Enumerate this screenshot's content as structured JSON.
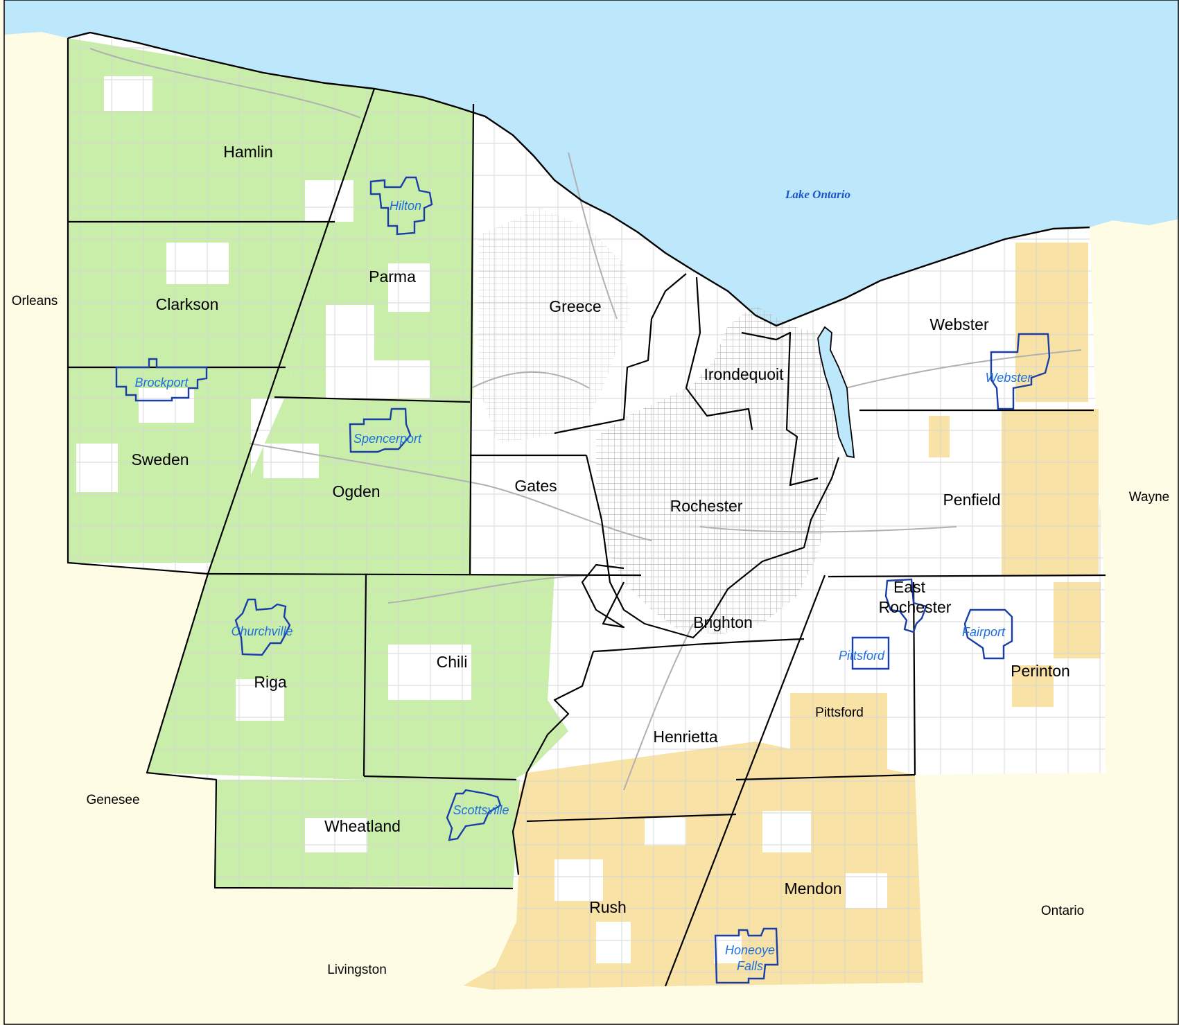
{
  "map": {
    "colors": {
      "lake": "#bde7fb",
      "outside_county": "#fefce5",
      "land": "#ffffff",
      "agricultural_green": "#c9eeaa",
      "agricultural_tan": "#f9e2a6",
      "town_boundary": "#000000",
      "village_boundary": "#1a3ea8",
      "village_label": "#1d6fe0",
      "lake_label": "#1b55c9",
      "roads": "#c4c4c4"
    },
    "water_label": "Lake Ontario",
    "counties": {
      "orleans": "Orleans",
      "genesee": "Genesee",
      "livingston": "Livingston",
      "ontario": "Ontario",
      "wayne": "Wayne"
    },
    "towns": {
      "hamlin": "Hamlin",
      "parma": "Parma",
      "clarkson": "Clarkson",
      "greece": "Greece",
      "irondequoit": "Irondequoit",
      "webster": "Webster",
      "sweden": "Sweden",
      "ogden": "Ogden",
      "gates": "Gates",
      "rochester": "Rochester",
      "penfield": "Penfield",
      "east_rochester_line1": "East",
      "east_rochester_line2": "Rochester",
      "brighton": "Brighton",
      "riga": "Riga",
      "chili": "Chili",
      "perinton": "Perinton",
      "pittsford": "Pittsford",
      "henrietta": "Henrietta",
      "wheatland": "Wheatland",
      "rush": "Rush",
      "mendon": "Mendon"
    },
    "villages": {
      "hilton": "Hilton",
      "brockport": "Brockport",
      "spencerport": "Spencerport",
      "webster": "Webster",
      "churchville": "Churchville",
      "fairport": "Fairport",
      "pittsford": "Pittsford",
      "scottsville": "Scottsville",
      "honeoye_falls_line1": "Honeoye",
      "honeoye_falls_line2": "Falls"
    }
  }
}
